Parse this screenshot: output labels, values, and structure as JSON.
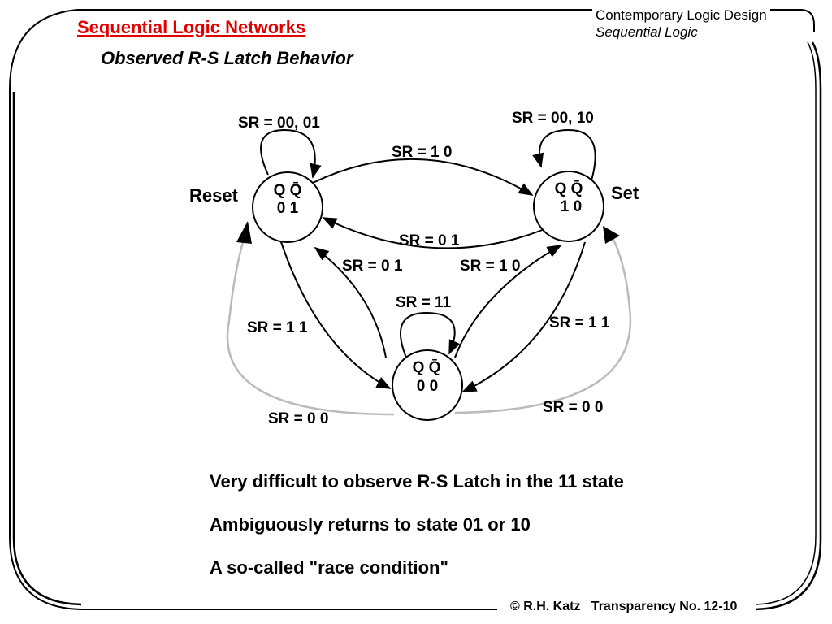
{
  "header": {
    "section_title": "Sequential Logic Networks",
    "slide_subtitle": "Observed R-S Latch Behavior",
    "book_title": "Contemporary Logic Design",
    "chapter": "Sequential Logic"
  },
  "diagram": {
    "states": [
      {
        "name": "Reset",
        "q_label": "Q Q̄",
        "value": "0 1"
      },
      {
        "name": "Set",
        "q_label": "Q Q̄",
        "value": "1 0"
      },
      {
        "name": "",
        "q_label": "Q Q̄",
        "value": "0 0"
      }
    ],
    "transition_labels": {
      "reset_self": "SR = 00, 01",
      "set_self": "SR = 00, 10",
      "reset_to_set": "SR = 1 0",
      "set_to_reset": "SR = 0 1",
      "mid_to_reset": "SR = 0 1",
      "mid_to_set": "SR = 1 0",
      "mid_self": "SR = 11",
      "reset_to_mid": "SR = 1 1",
      "set_to_mid": "SR = 1 1",
      "mid_to_reset_gray": "SR = 0 0",
      "mid_to_set_gray": "SR = 0 0"
    },
    "colors": {
      "gray_arc": "#bbbbbb",
      "stroke": "#000000"
    }
  },
  "bullets": [
    "Very difficult to observe R-S Latch in the 11 state",
    "Ambiguously returns to state 01 or 10",
    "A so-called \"race condition\""
  ],
  "footer": {
    "text": "© R.H. Katz   Transparency No. 12-10"
  }
}
